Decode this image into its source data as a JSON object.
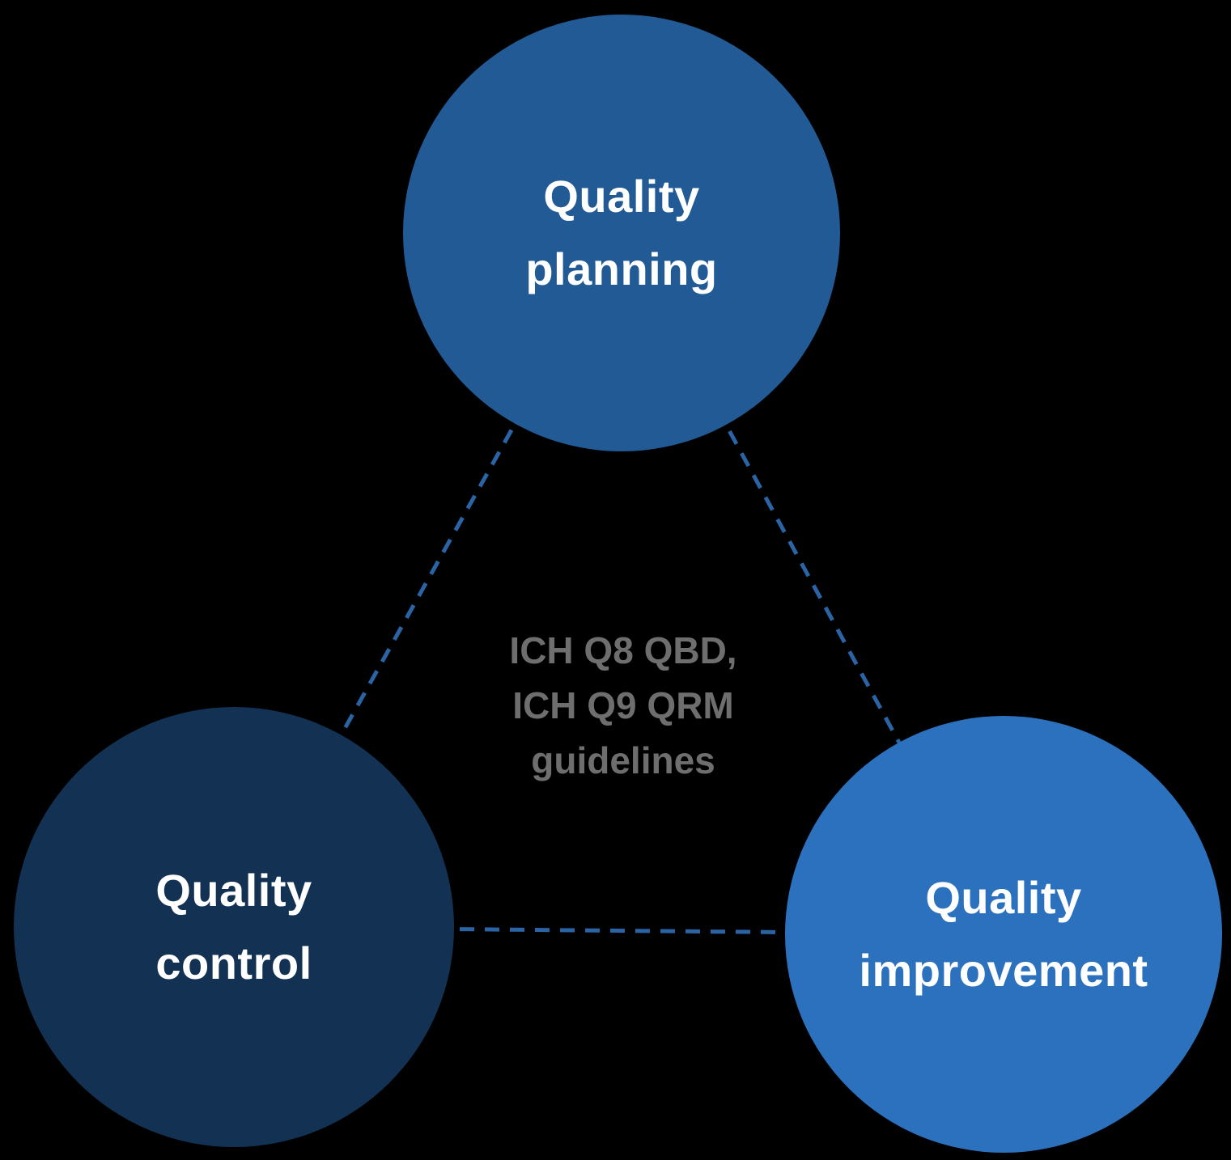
{
  "background_color": "#000000",
  "diagram": {
    "title_hint": "quality management triangle",
    "connector_color": "#2a64a5",
    "connector_style": "dashed",
    "nodes": [
      {
        "id": "quality-planning",
        "label_line1": "Quality",
        "label_line2": "planning",
        "fill_color": "#215a94",
        "text_color": "#ffffff"
      },
      {
        "id": "quality-control",
        "label_line1": "Quality",
        "label_line2": "control",
        "fill_color": "#133253",
        "text_color": "#ffffff"
      },
      {
        "id": "quality-improvement",
        "label_line1": "Quality",
        "label_line2": "improvement",
        "fill_color": "#2b71bd",
        "text_color": "#ffffff"
      }
    ],
    "center_text": {
      "line1": "ICH Q8 QBD,",
      "line2": "ICH Q9 QRM",
      "line3": "guidelines",
      "color": "#6e6e6e"
    }
  }
}
